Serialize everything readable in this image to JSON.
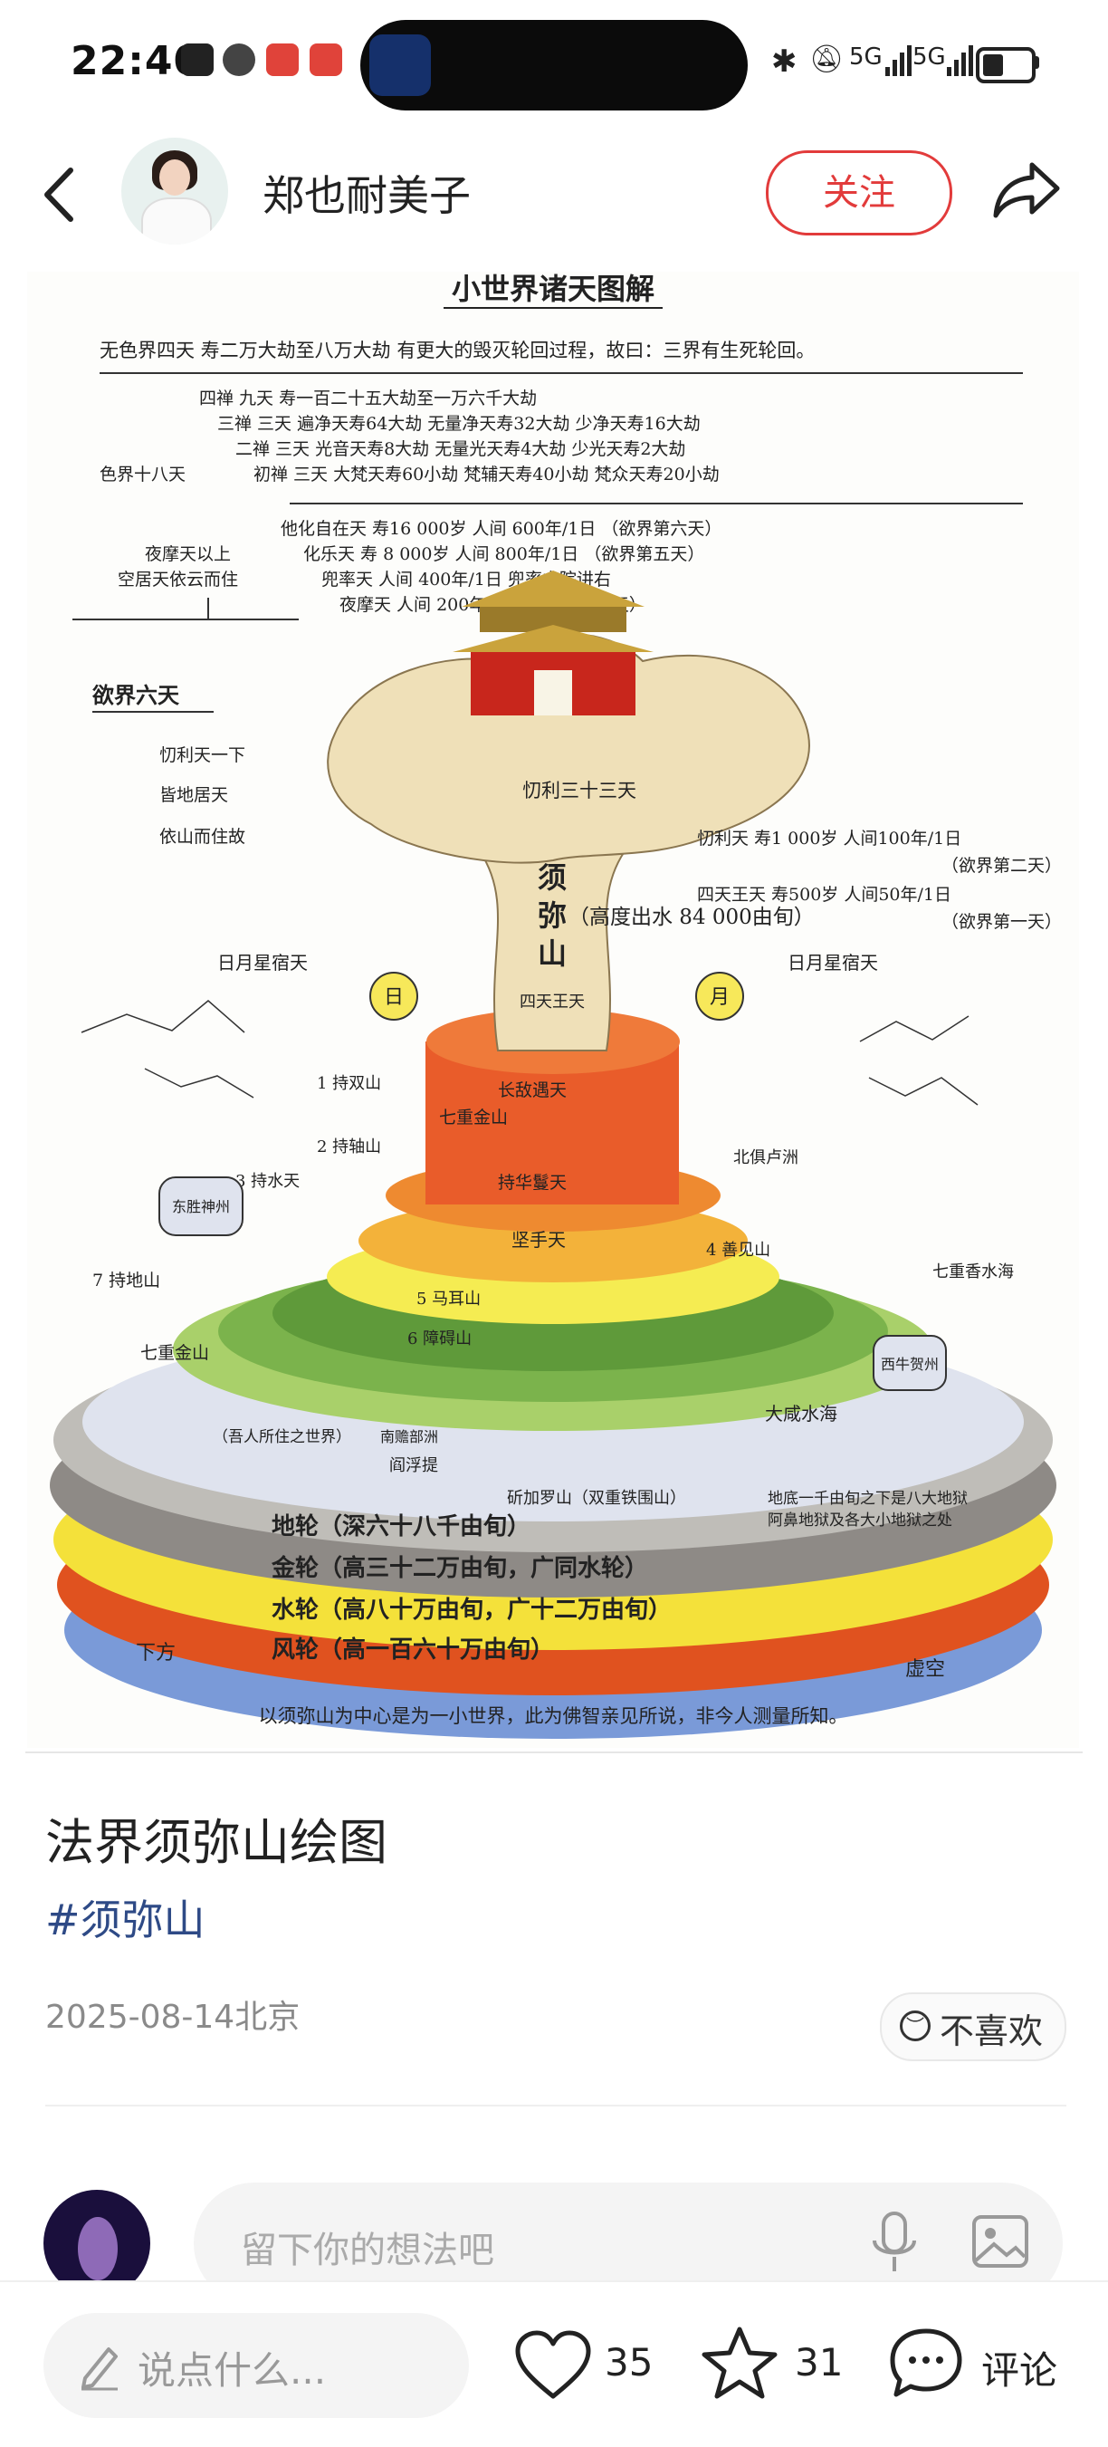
{
  "status_bar": {
    "time": "22:40",
    "signal_1": "5G",
    "signal_2": "5G"
  },
  "header": {
    "author": "郑也耐美子",
    "follow_label": "关注"
  },
  "figure": {
    "title": "小世界诸天图解",
    "top_line": "无色界四天    寿二万大劫至八万大劫    有更大的毁灭轮回过程，故曰：三界有生死轮回。",
    "form_rows": [
      "四禅  九天  寿一百二十五大劫至一万六千大劫",
      "三禅  三天          遍净天寿64大劫        无量净天寿32大劫     少净天寿16大劫",
      "二禅  三天          光音天寿8大劫          无量光天寿4大劫      少光天寿2大劫",
      "初禅  三天          大梵天寿60小劫        梵辅天寿40小劫       梵众天寿20小劫"
    ],
    "form_label": "色界十八天",
    "desire_rows": [
      "他化自在天       寿16 000岁       人间  600年/1日  （欲界第六天）",
      "化乐天            寿 8 000岁        人间  800年/1日  （欲界第五天）",
      "兜率天                                  人间  400年/1日   兜率内院讲右",
      "夜摩天                                  人间  200年/1日  （欲界第三天）"
    ],
    "yama_note_1": "夜摩天以上",
    "yama_note_2": "空居天依云而住",
    "desire_label": "欲界六天",
    "left_notes": [
      "忉利天一下",
      "皆地居天",
      "依山而住故"
    ],
    "trayastrimsa": "忉利三十三天",
    "right_notes": [
      "忉利天    寿1 000岁    人间100年/1日",
      "（欲界第二天）",
      "四天王天    寿500岁   人间50年/1日",
      "（欲界第一天）"
    ],
    "sumeru_1": "须",
    "sumeru_2": "弥",
    "sumeru_3": "山",
    "sumeru_height": "（高度出水 84 000由旬）",
    "four_kings": "四天王天",
    "sun_moon_left": "日月星宿天",
    "sun_moon_right": "日月星宿天",
    "sun": "日",
    "moon": "月",
    "mountain_labels": [
      "1 持双山",
      "2 持轴山",
      "3 持水天",
      "长敌遇天",
      "七重金山",
      "持华鬘天",
      "坚手天",
      "4 善见山",
      "5 马耳山",
      "6 障碍山",
      "7 持地山",
      "北俱卢洲",
      "七重香水海",
      "七重金山",
      "西牛贺州",
      "东胜神州",
      "大咸水海",
      "（吾人所住之世界）",
      "南赡部洲",
      "阎浮提",
      "斫加罗山（双重铁围山）",
      "地底一千由旬之下是八大地狱",
      "阿鼻地狱及各大小地狱之处"
    ],
    "layers": [
      "地轮（深六十八千由旬）",
      "金轮（高三十二万由旬，广同水轮）",
      "水轮（高八十万由旬，广十二万由旬）",
      "风轮（高一百六十万由旬）"
    ],
    "below": "下方",
    "void": "虚空",
    "caption": "以须弥山为中心是为一小世界，此为佛智亲见所说，非今人测量所知。"
  },
  "post": {
    "title": "法界须弥山绘图",
    "hashtag": "#须弥山",
    "meta": "2025-08-14北京",
    "dislike_label": "不喜欢"
  },
  "comment": {
    "placeholder": "留下你的想法吧"
  },
  "bottom_bar": {
    "say_placeholder": "说点什么...",
    "likes": "35",
    "favorites": "31",
    "comment_label": "评论"
  },
  "colors": {
    "accent_red": "#e23b3b",
    "hashtag_blue": "#2e4a86"
  },
  "icons": [
    "back-icon",
    "share-icon",
    "dislike-face-icon",
    "mic-icon",
    "image-icon",
    "pencil-icon",
    "heart-icon",
    "star-icon",
    "comment-icon"
  ]
}
